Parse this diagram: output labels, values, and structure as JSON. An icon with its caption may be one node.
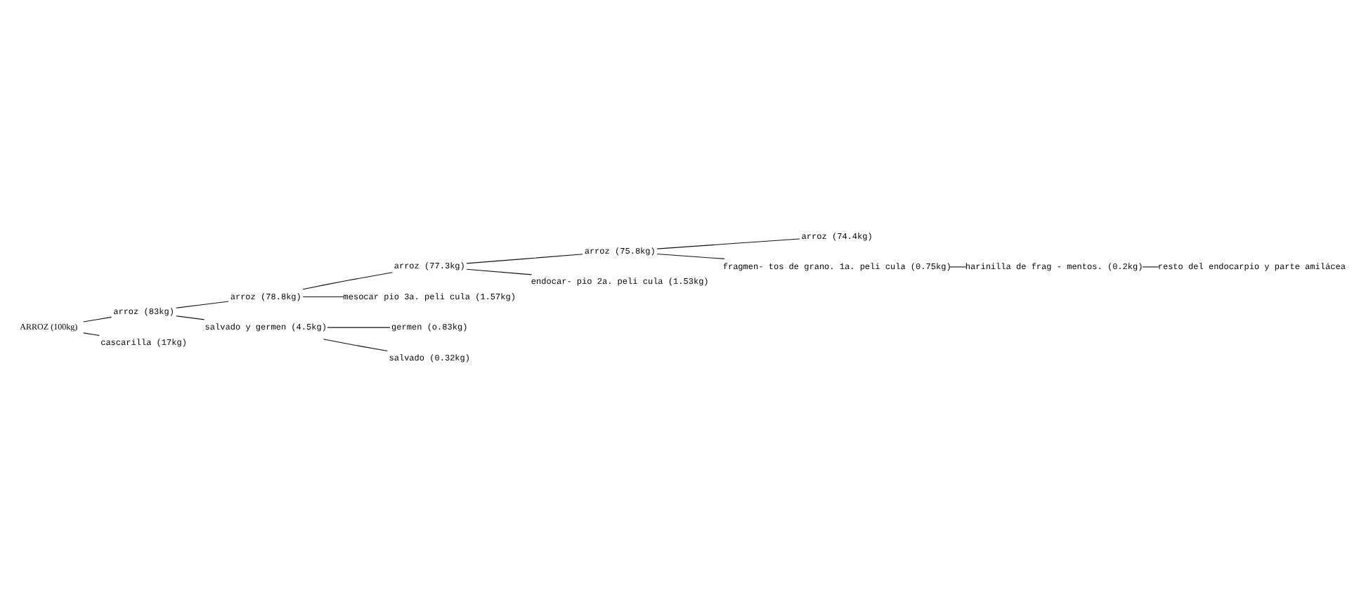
{
  "diagram": {
    "nodes": [
      {
        "text": [
          "ARROZ (100kg)"
        ]
      },
      {
        "text": [
          "arroz (83kg)"
        ]
      },
      {
        "text": [
          "cascarilla (17kg)"
        ]
      },
      {
        "text": [
          "arroz (78.8kg)"
        ]
      },
      {
        "text": [
          "salvado y germen (4.5kg)"
        ]
      },
      {
        "text": [
          "arroz (77.3kg)"
        ]
      },
      {
        "text": [
          "mesocar pio 3a. peli cula (1.57kg)"
        ]
      },
      {
        "text": [
          "arroz (75.8kg)"
        ]
      },
      {
        "text": [
          "endocar- pio 2a. peli cula (1.53kg)"
        ]
      },
      {
        "text": [
          "arroz (74.4kg)"
        ]
      },
      {
        "text": [
          "fragmen- tos de grano. 1a. peli cula (0.75kg)"
        ]
      },
      {
        "text": [
          "harinilla de frag - mentos. (0.2kg)"
        ]
      },
      {
        "text": [
          "resto del endocarpio y parte amilácea"
        ]
      },
      {
        "text": [
          "germen (o.83kg)"
        ]
      },
      {
        "text": [
          "salvado (0.32kg)"
        ]
      }
    ],
    "edges": [
      {
        "from": 0,
        "to": 1,
        "arrow": "none"
      },
      {
        "from": 0,
        "to": 2,
        "arrow": "none"
      },
      {
        "from": 1,
        "to": 3,
        "arrow": "none"
      },
      {
        "from": 1,
        "to": 4,
        "arrow": "none"
      },
      {
        "from": 3,
        "to": 5,
        "arrow": "none"
      },
      {
        "from": 3,
        "to": 6,
        "arrow": "none"
      },
      {
        "from": 5,
        "to": 7,
        "arrow": "none"
      },
      {
        "from": 5,
        "to": 8,
        "arrow": "none"
      },
      {
        "from": 7,
        "to": 9,
        "arrow": "none"
      },
      {
        "from": 7,
        "to": 10,
        "arrow": "none"
      },
      {
        "from": 10,
        "to": 11,
        "arrow": "none"
      },
      {
        "from": 11,
        "to": 12,
        "arrow": "none"
      },
      {
        "from": 4,
        "to": 13,
        "arrow": "none"
      },
      {
        "from": 4,
        "to": 14,
        "arrow": "none"
      }
    ]
  }
}
